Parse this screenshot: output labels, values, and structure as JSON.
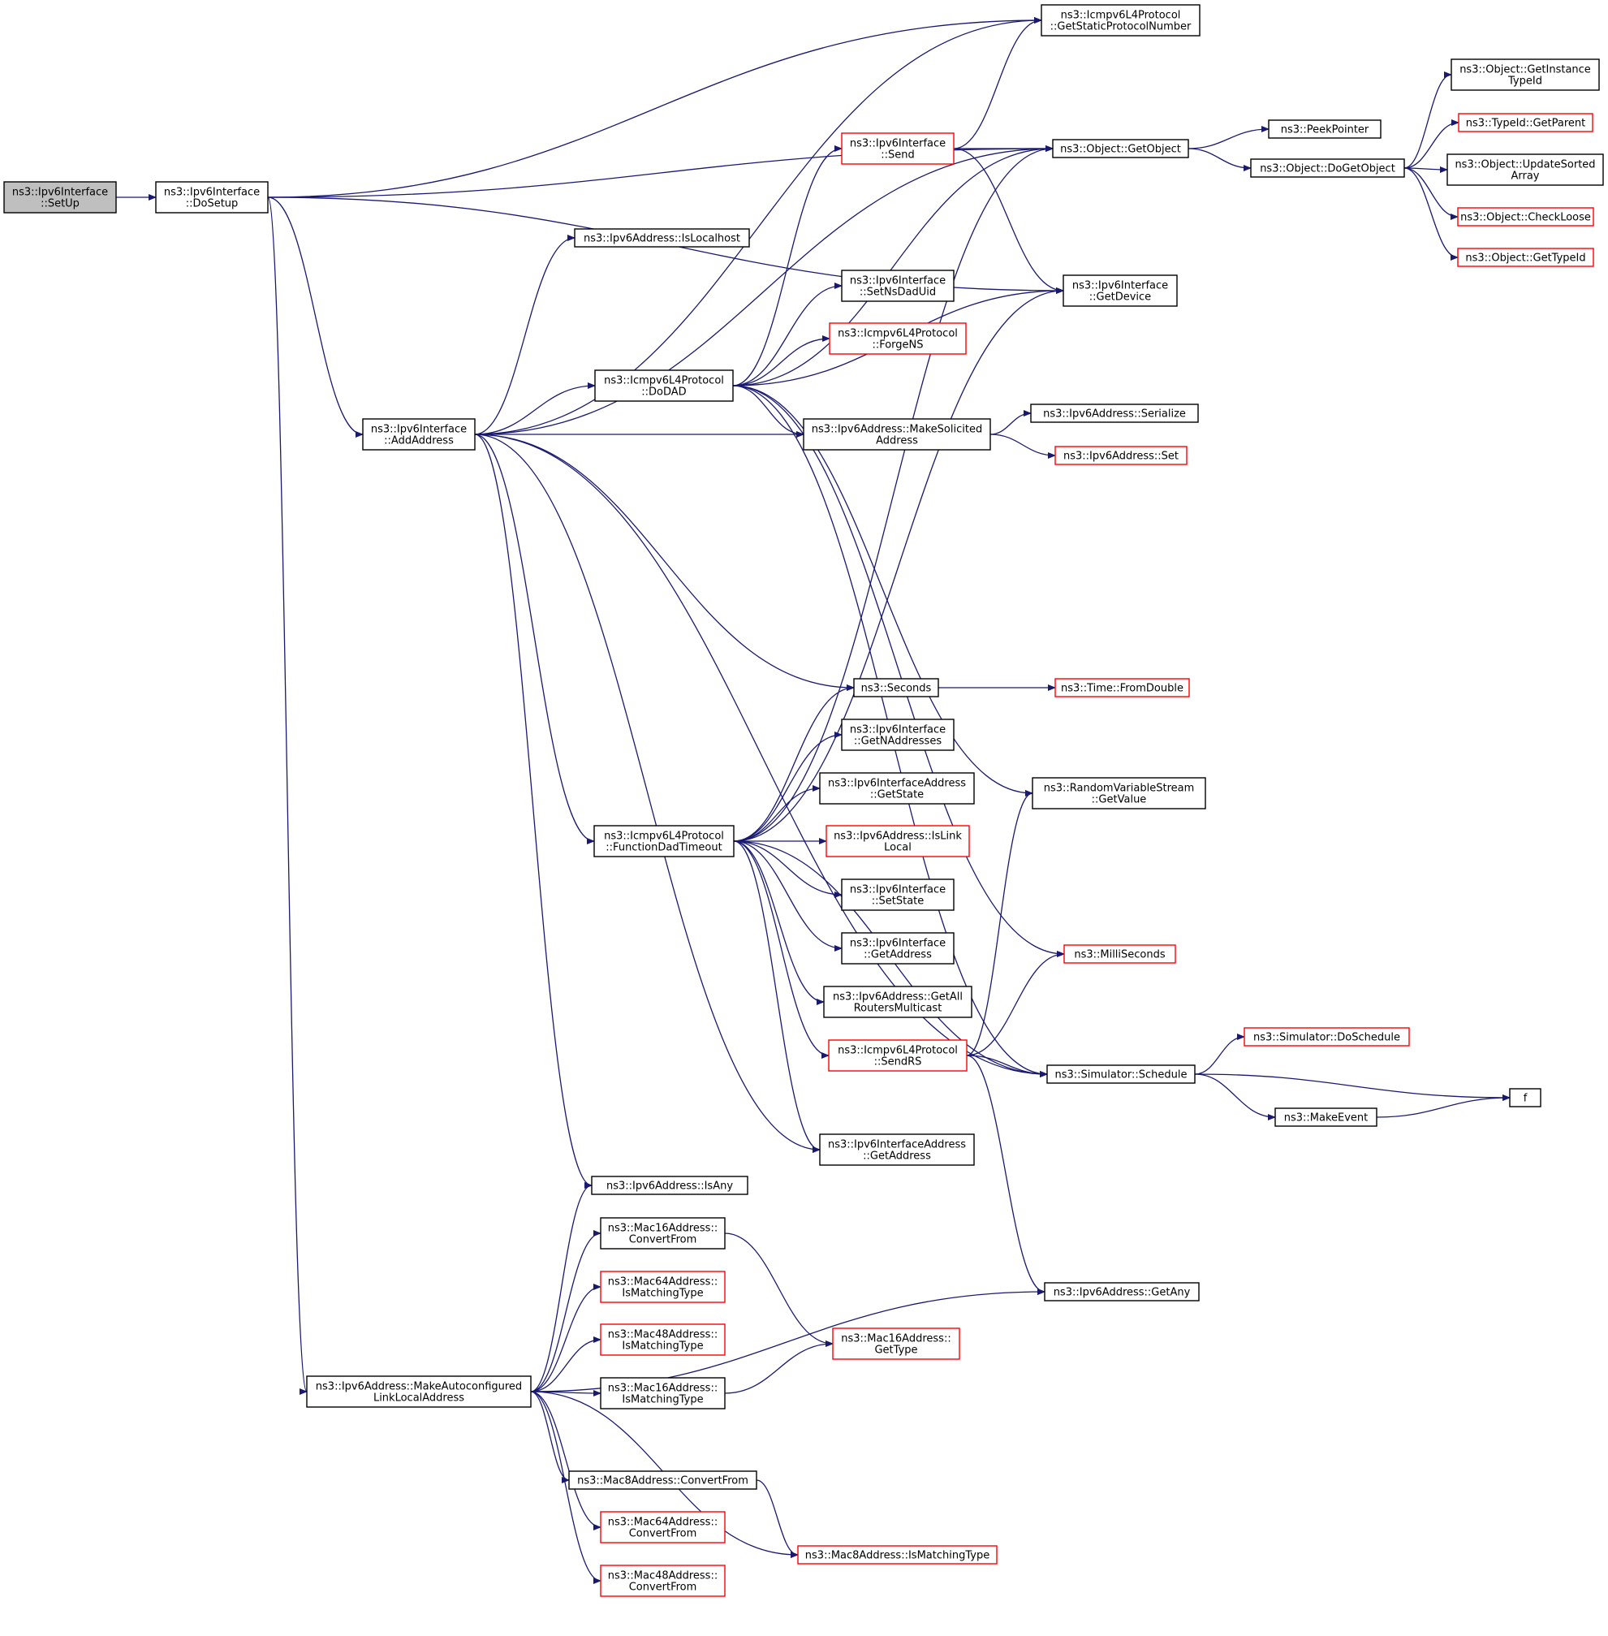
{
  "nodes": {
    "setup": {
      "lines": [
        "ns3::Ipv6Interface",
        "::SetUp"
      ],
      "style": "root"
    },
    "dosetup": {
      "lines": [
        "ns3::Ipv6Interface",
        "::DoSetup"
      ],
      "style": "normal"
    },
    "addaddress": {
      "lines": [
        "ns3::Ipv6Interface",
        "::AddAddress"
      ],
      "style": "normal"
    },
    "makeauto": {
      "lines": [
        "ns3::Ipv6Address::MakeAutoconfigured",
        "LinkLocalAddress"
      ],
      "style": "normal"
    },
    "getstatic": {
      "lines": [
        "ns3::Icmpv6L4Protocol",
        "::GetStaticProtocolNumber"
      ],
      "style": "normal"
    },
    "islocalhost": {
      "lines": [
        "ns3::Ipv6Address::IsLocalhost"
      ],
      "style": "normal"
    },
    "send": {
      "lines": [
        "ns3::Ipv6Interface",
        "::Send"
      ],
      "style": "red"
    },
    "getobject": {
      "lines": [
        "ns3::Object::GetObject"
      ],
      "style": "normal"
    },
    "peekpointer": {
      "lines": [
        "ns3::PeekPointer"
      ],
      "style": "normal"
    },
    "dogetobject": {
      "lines": [
        "ns3::Object::DoGetObject"
      ],
      "style": "normal"
    },
    "getinstancetypeid": {
      "lines": [
        "ns3::Object::GetInstance",
        "TypeId"
      ],
      "style": "normal"
    },
    "getparent": {
      "lines": [
        "ns3::TypeId::GetParent"
      ],
      "style": "red"
    },
    "updatesorted": {
      "lines": [
        "ns3::Object::UpdateSorted",
        "Array"
      ],
      "style": "normal"
    },
    "checkloose": {
      "lines": [
        "ns3::Object::CheckLoose"
      ],
      "style": "red"
    },
    "gettypeid": {
      "lines": [
        "ns3::Object::GetTypeId"
      ],
      "style": "red"
    },
    "getdevice": {
      "lines": [
        "ns3::Ipv6Interface",
        "::GetDevice"
      ],
      "style": "normal"
    },
    "setnsdaduid": {
      "lines": [
        "ns3::Ipv6Interface",
        "::SetNsDadUid"
      ],
      "style": "normal"
    },
    "forgens": {
      "lines": [
        "ns3::Icmpv6L4Protocol",
        "::ForgeNS"
      ],
      "style": "red"
    },
    "dodad": {
      "lines": [
        "ns3::Icmpv6L4Protocol",
        "::DoDAD"
      ],
      "style": "normal"
    },
    "makesolicited": {
      "lines": [
        "ns3::Ipv6Address::MakeSolicited",
        "Address"
      ],
      "style": "normal"
    },
    "serialize": {
      "lines": [
        "ns3::Ipv6Address::Serialize"
      ],
      "style": "normal"
    },
    "set": {
      "lines": [
        "ns3::Ipv6Address::Set"
      ],
      "style": "red"
    },
    "seconds": {
      "lines": [
        "ns3::Seconds"
      ],
      "style": "normal"
    },
    "fromdouble": {
      "lines": [
        "ns3::Time::FromDouble"
      ],
      "style": "red"
    },
    "getnaddresses": {
      "lines": [
        "ns3::Ipv6Interface",
        "::GetNAddresses"
      ],
      "style": "normal"
    },
    "getvalue": {
      "lines": [
        "ns3::RandomVariableStream",
        "::GetValue"
      ],
      "style": "normal"
    },
    "getstate": {
      "lines": [
        "ns3::Ipv6InterfaceAddress",
        "::GetState"
      ],
      "style": "normal"
    },
    "funcdad": {
      "lines": [
        "ns3::Icmpv6L4Protocol",
        "::FunctionDadTimeout"
      ],
      "style": "normal"
    },
    "islinklocal": {
      "lines": [
        "ns3::Ipv6Address::IsLink",
        "Local"
      ],
      "style": "red"
    },
    "setstate": {
      "lines": [
        "ns3::Ipv6Interface",
        "::SetState"
      ],
      "style": "normal"
    },
    "ifgetaddress": {
      "lines": [
        "ns3::Ipv6Interface",
        "::GetAddress"
      ],
      "style": "normal"
    },
    "milliseconds": {
      "lines": [
        "ns3::MilliSeconds"
      ],
      "style": "red"
    },
    "getallrouters": {
      "lines": [
        "ns3::Ipv6Address::GetAll",
        "RoutersMulticast"
      ],
      "style": "normal"
    },
    "doschedule": {
      "lines": [
        "ns3::Simulator::DoSchedule"
      ],
      "style": "red"
    },
    "sendrs": {
      "lines": [
        "ns3::Icmpv6L4Protocol",
        "::SendRS"
      ],
      "style": "red"
    },
    "schedule": {
      "lines": [
        "ns3::Simulator::Schedule"
      ],
      "style": "normal"
    },
    "f": {
      "lines": [
        "f"
      ],
      "style": "normal"
    },
    "makeevent": {
      "lines": [
        "ns3::MakeEvent"
      ],
      "style": "normal"
    },
    "addrgetaddress": {
      "lines": [
        "ns3::Ipv6InterfaceAddress",
        "::GetAddress"
      ],
      "style": "normal"
    },
    "isany": {
      "lines": [
        "ns3::Ipv6Address::IsAny"
      ],
      "style": "normal"
    },
    "mac16convert": {
      "lines": [
        "ns3::Mac16Address::",
        "ConvertFrom"
      ],
      "style": "normal"
    },
    "mac64match": {
      "lines": [
        "ns3::Mac64Address::",
        "IsMatchingType"
      ],
      "style": "red"
    },
    "getany": {
      "lines": [
        "ns3::Ipv6Address::GetAny"
      ],
      "style": "normal"
    },
    "mac48match": {
      "lines": [
        "ns3::Mac48Address::",
        "IsMatchingType"
      ],
      "style": "red"
    },
    "mac16gettype": {
      "lines": [
        "ns3::Mac16Address::",
        "GetType"
      ],
      "style": "red"
    },
    "mac16match": {
      "lines": [
        "ns3::Mac16Address::",
        "IsMatchingType"
      ],
      "style": "normal"
    },
    "mac8convert": {
      "lines": [
        "ns3::Mac8Address::ConvertFrom"
      ],
      "style": "normal"
    },
    "mac64convert": {
      "lines": [
        "ns3::Mac64Address::",
        "ConvertFrom"
      ],
      "style": "red"
    },
    "mac8match": {
      "lines": [
        "ns3::Mac8Address::IsMatchingType"
      ],
      "style": "red"
    },
    "mac48convert": {
      "lines": [
        "ns3::Mac48Address::",
        "ConvertFrom"
      ],
      "style": "red"
    }
  },
  "edges": [
    [
      "setup",
      "dosetup"
    ],
    [
      "dosetup",
      "getstatic"
    ],
    [
      "dosetup",
      "getobject"
    ],
    [
      "dosetup",
      "getdevice"
    ],
    [
      "dosetup",
      "addaddress"
    ],
    [
      "dosetup",
      "makeauto"
    ],
    [
      "addaddress",
      "getstatic"
    ],
    [
      "addaddress",
      "getobject"
    ],
    [
      "addaddress",
      "islocalhost"
    ],
    [
      "addaddress",
      "dodad"
    ],
    [
      "addaddress",
      "makesolicited"
    ],
    [
      "addaddress",
      "seconds"
    ],
    [
      "addaddress",
      "funcdad"
    ],
    [
      "addaddress",
      "addrgetaddress"
    ],
    [
      "addaddress",
      "schedule"
    ],
    [
      "addaddress",
      "isany"
    ],
    [
      "dodad",
      "send"
    ],
    [
      "dodad",
      "getobject"
    ],
    [
      "dodad",
      "setnsdaduid"
    ],
    [
      "dodad",
      "forgens"
    ],
    [
      "dodad",
      "getdevice"
    ],
    [
      "dodad",
      "makesolicited"
    ],
    [
      "dodad",
      "getvalue"
    ],
    [
      "dodad",
      "milliseconds"
    ],
    [
      "dodad",
      "schedule"
    ],
    [
      "send",
      "getstatic"
    ],
    [
      "send",
      "getobject"
    ],
    [
      "send",
      "getdevice"
    ],
    [
      "getobject",
      "peekpointer"
    ],
    [
      "getobject",
      "dogetobject"
    ],
    [
      "dogetobject",
      "getinstancetypeid"
    ],
    [
      "dogetobject",
      "getparent"
    ],
    [
      "dogetobject",
      "updatesorted"
    ],
    [
      "dogetobject",
      "checkloose"
    ],
    [
      "dogetobject",
      "gettypeid"
    ],
    [
      "makesolicited",
      "serialize"
    ],
    [
      "makesolicited",
      "set"
    ],
    [
      "seconds",
      "fromdouble"
    ],
    [
      "funcdad",
      "getobject"
    ],
    [
      "funcdad",
      "getdevice"
    ],
    [
      "funcdad",
      "seconds"
    ],
    [
      "funcdad",
      "getnaddresses"
    ],
    [
      "funcdad",
      "getstate"
    ],
    [
      "funcdad",
      "islinklocal"
    ],
    [
      "funcdad",
      "setstate"
    ],
    [
      "funcdad",
      "ifgetaddress"
    ],
    [
      "funcdad",
      "getallrouters"
    ],
    [
      "funcdad",
      "sendrs"
    ],
    [
      "funcdad",
      "schedule"
    ],
    [
      "funcdad",
      "addrgetaddress"
    ],
    [
      "sendrs",
      "getvalue"
    ],
    [
      "sendrs",
      "milliseconds"
    ],
    [
      "sendrs",
      "schedule"
    ],
    [
      "sendrs",
      "getany"
    ],
    [
      "schedule",
      "doschedule"
    ],
    [
      "schedule",
      "f"
    ],
    [
      "schedule",
      "makeevent"
    ],
    [
      "makeevent",
      "f"
    ],
    [
      "makeauto",
      "isany"
    ],
    [
      "makeauto",
      "mac16convert"
    ],
    [
      "makeauto",
      "mac64match"
    ],
    [
      "makeauto",
      "mac48match"
    ],
    [
      "makeauto",
      "mac16match"
    ],
    [
      "makeauto",
      "getany"
    ],
    [
      "makeauto",
      "mac8convert"
    ],
    [
      "makeauto",
      "mac64convert"
    ],
    [
      "makeauto",
      "mac48convert"
    ],
    [
      "makeauto",
      "mac8match"
    ],
    [
      "mac16convert",
      "mac16gettype"
    ],
    [
      "mac16match",
      "mac16gettype"
    ],
    [
      "mac8convert",
      "mac8match"
    ]
  ]
}
